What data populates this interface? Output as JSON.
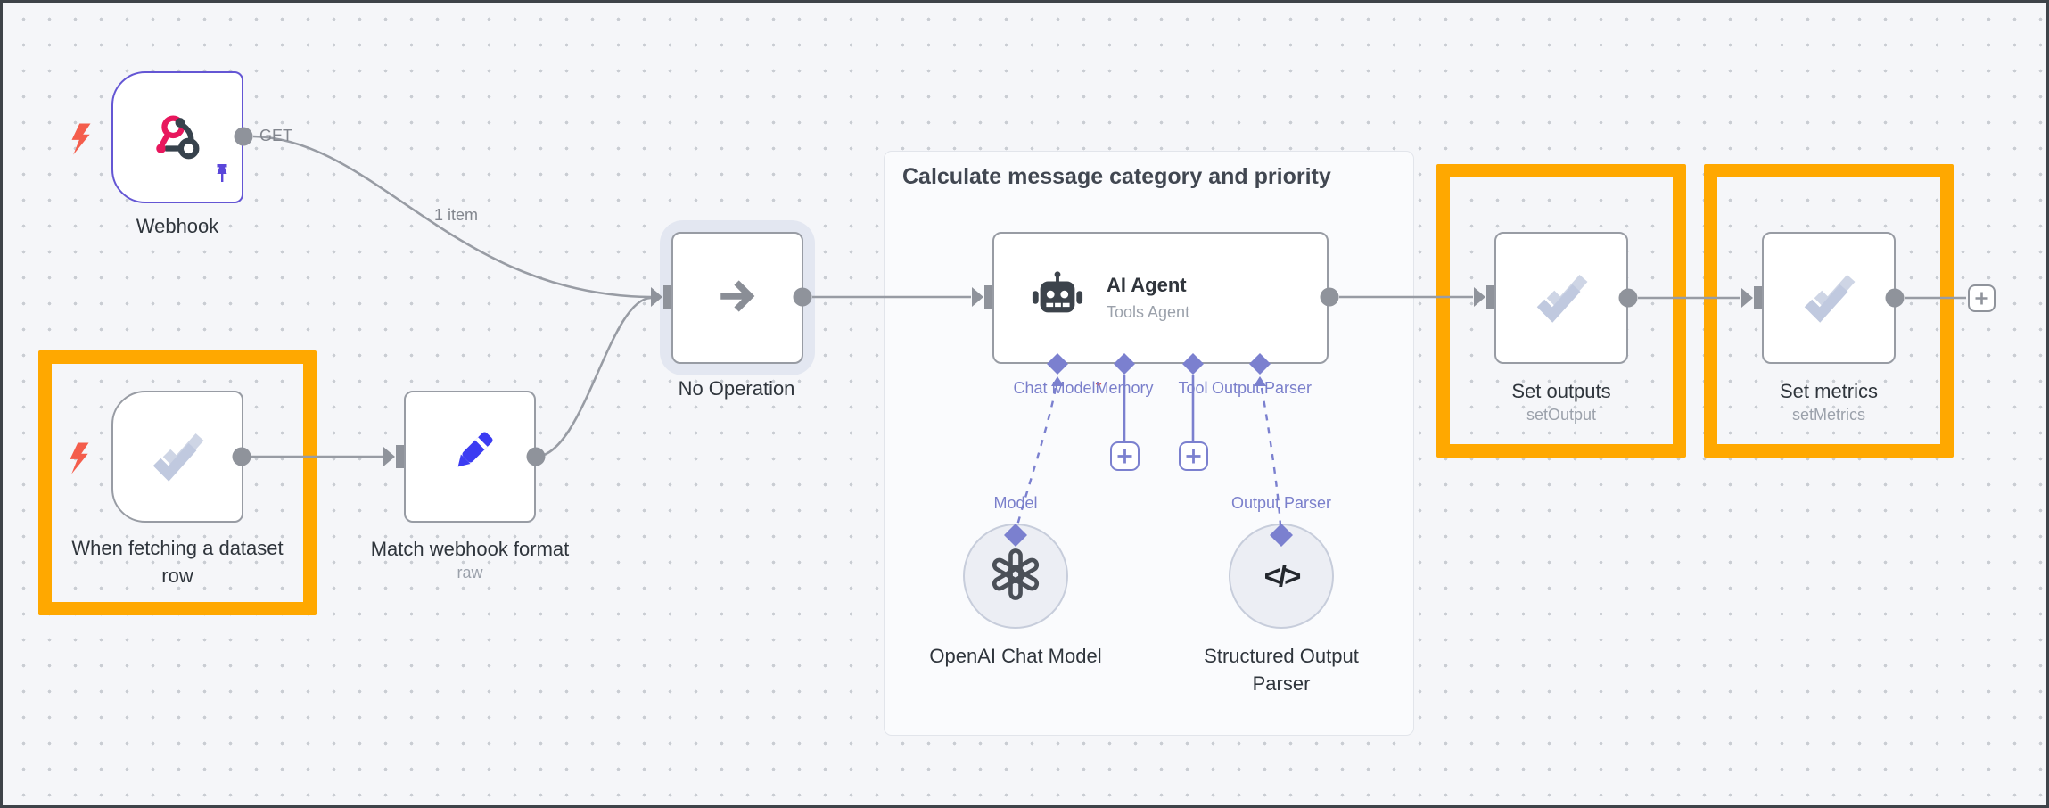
{
  "canvas": {
    "background": "#f5f6f9",
    "frame_color": "#3e4349",
    "grid": "dots"
  },
  "colors": {
    "highlight_orange": "#ffa800",
    "selected_node_border": "#6456d4",
    "node_border_gray": "#989ca4",
    "edge_gray": "#989ca4",
    "connector_purple": "#7b80cf",
    "trigger_bolt_red": "#f45d4c",
    "pencil_blue": "#3c3cf2",
    "webhook_pink": "#e8175d",
    "webhook_slate": "#37424c",
    "check_icon_periwinkle": "#c4cbde",
    "label_dark": "#2f353c",
    "label_gray": "#9ba1ab"
  },
  "group": {
    "title": "Calculate message category and priority"
  },
  "edge_labels": {
    "webhook_output": "GET",
    "webhook_items": "1 item"
  },
  "nodes": {
    "webhook": {
      "label": "Webhook"
    },
    "dataset_trigger": {
      "label": "When fetching a dataset row"
    },
    "match_format": {
      "label": "Match webhook format",
      "subtitle": "raw"
    },
    "no_operation": {
      "label": "No Operation"
    },
    "ai_agent": {
      "title": "AI Agent",
      "subtitle": "Tools Agent",
      "required_marker": "*",
      "connectors": [
        "Chat Model",
        "Memory",
        "Tool",
        "Output Parser"
      ]
    },
    "openai_model": {
      "label": "OpenAI Chat Model",
      "link_label": "Model"
    },
    "structured_parser": {
      "label": "Structured Output Parser",
      "link_label": "Output Parser",
      "icon_glyph": "</>"
    },
    "set_outputs": {
      "label": "Set outputs",
      "subtitle": "setOutput"
    },
    "set_metrics": {
      "label": "Set metrics",
      "subtitle": "setMetrics"
    }
  },
  "icons": {
    "webhook-icon": "three-link webhook knot",
    "pin-icon": "purple pushpin (pinned data)",
    "lightning-bolt-icon": "trigger bolt",
    "double-check-icon": "two checkmarks",
    "pencil-icon": "edit pencil",
    "arrow-right-icon": "no-op pass-through arrow",
    "robot-icon": "AI agent robot head",
    "openai-icon": "OpenAI knot logo",
    "code-icon": "</> code parser glyph",
    "plus-icon": "add connection"
  }
}
